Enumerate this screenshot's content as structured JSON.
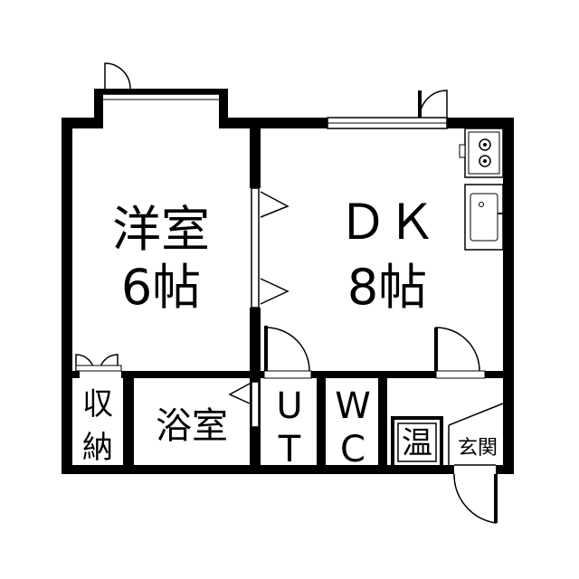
{
  "floor_plan": {
    "western_room": {
      "line1": "洋室",
      "line2": "6帖"
    },
    "dining_kitchen": {
      "line1": "ＤＫ",
      "line2": "8帖"
    },
    "closet": {
      "line1": "収",
      "line2": "納"
    },
    "bathroom": {
      "label": "浴室"
    },
    "utility": {
      "line1": "U",
      "line2": "T"
    },
    "toilet": {
      "line1": "W",
      "line2": "C"
    },
    "water_heater": {
      "label": "温"
    },
    "entrance": {
      "label": "玄関"
    }
  }
}
